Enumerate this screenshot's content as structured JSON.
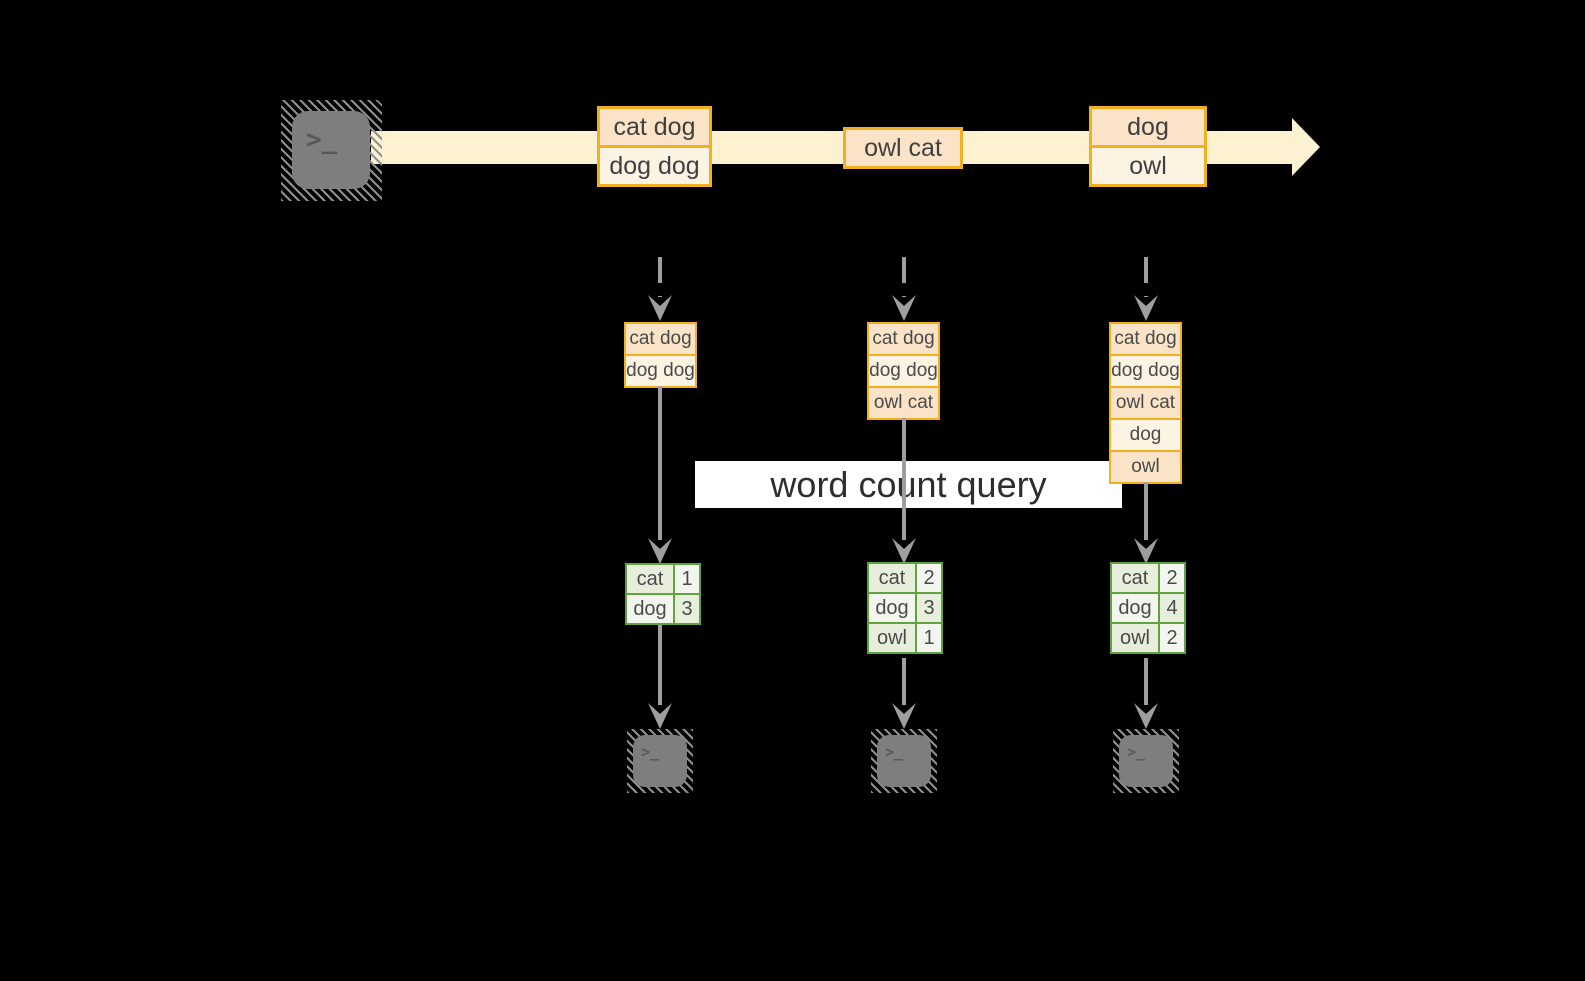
{
  "query_label": "word count query",
  "terminal_glyph": ">_",
  "stream": {
    "batches": [
      {
        "lines": [
          "cat dog",
          "dog dog"
        ]
      },
      {
        "lines": [
          "owl cat"
        ]
      },
      {
        "lines": [
          "dog",
          "owl"
        ]
      }
    ]
  },
  "columns": [
    {
      "buffer": [
        "cat dog",
        "dog dog"
      ],
      "counts": [
        {
          "word": "cat",
          "count": "1"
        },
        {
          "word": "dog",
          "count": "3"
        }
      ]
    },
    {
      "buffer": [
        "cat dog",
        "dog dog",
        "owl cat"
      ],
      "counts": [
        {
          "word": "cat",
          "count": "2"
        },
        {
          "word": "dog",
          "count": "3"
        },
        {
          "word": "owl",
          "count": "1"
        }
      ]
    },
    {
      "buffer": [
        "cat dog",
        "dog dog",
        "owl cat",
        "dog",
        "owl"
      ],
      "counts": [
        {
          "word": "cat",
          "count": "2"
        },
        {
          "word": "dog",
          "count": "4"
        },
        {
          "word": "owl",
          "count": "2"
        }
      ]
    }
  ],
  "colors": {
    "stream_band": "#fcf2d2",
    "box_border": "#f1b01f",
    "box_fill_peach": "#fae3c6",
    "box_fill_cream": "#fdf3e3",
    "table_border": "#61a33c",
    "table_cell_sage": "#e7eedb",
    "table_cell_light": "#f3f6ee",
    "arrow_gray": "#9e9e9e",
    "terminal_gray": "#7e7e7e",
    "label_bg": "#ffffff"
  }
}
